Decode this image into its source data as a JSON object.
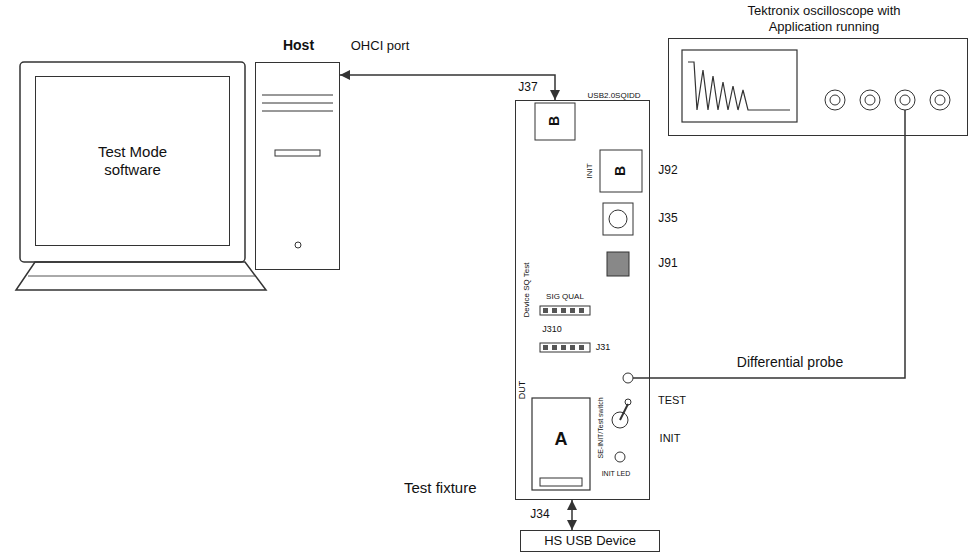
{
  "diagram": {
    "nodes": [
      {
        "text": [
          "Test Mode software"
        ]
      },
      {
        "text": [
          "Host"
        ]
      },
      {
        "text": [
          "Tektronix oscilloscope with Application running"
        ]
      },
      {
        "text": [
          "Test fixture"
        ]
      },
      {
        "text": [
          "HS USB Device"
        ]
      }
    ],
    "edges": [
      {
        "from": 3,
        "to": 1,
        "arrow": "both"
      },
      {
        "from": 2,
        "to": 3,
        "label": "Differential probe",
        "arrow": "none"
      },
      {
        "from": 3,
        "to": 4,
        "arrow": "both"
      }
    ],
    "labels": [
      "OHCI port",
      "J37",
      "B",
      "USB2.0SQIDD",
      "J92",
      "INIT",
      "B",
      "J35",
      "J91",
      "Device SQ Test",
      "SIG QUAL",
      "J310",
      "J31",
      "DUT",
      "TEST",
      "INIT",
      "SE-INIT/Test switch",
      "INIT LED",
      "A",
      "J34"
    ]
  }
}
